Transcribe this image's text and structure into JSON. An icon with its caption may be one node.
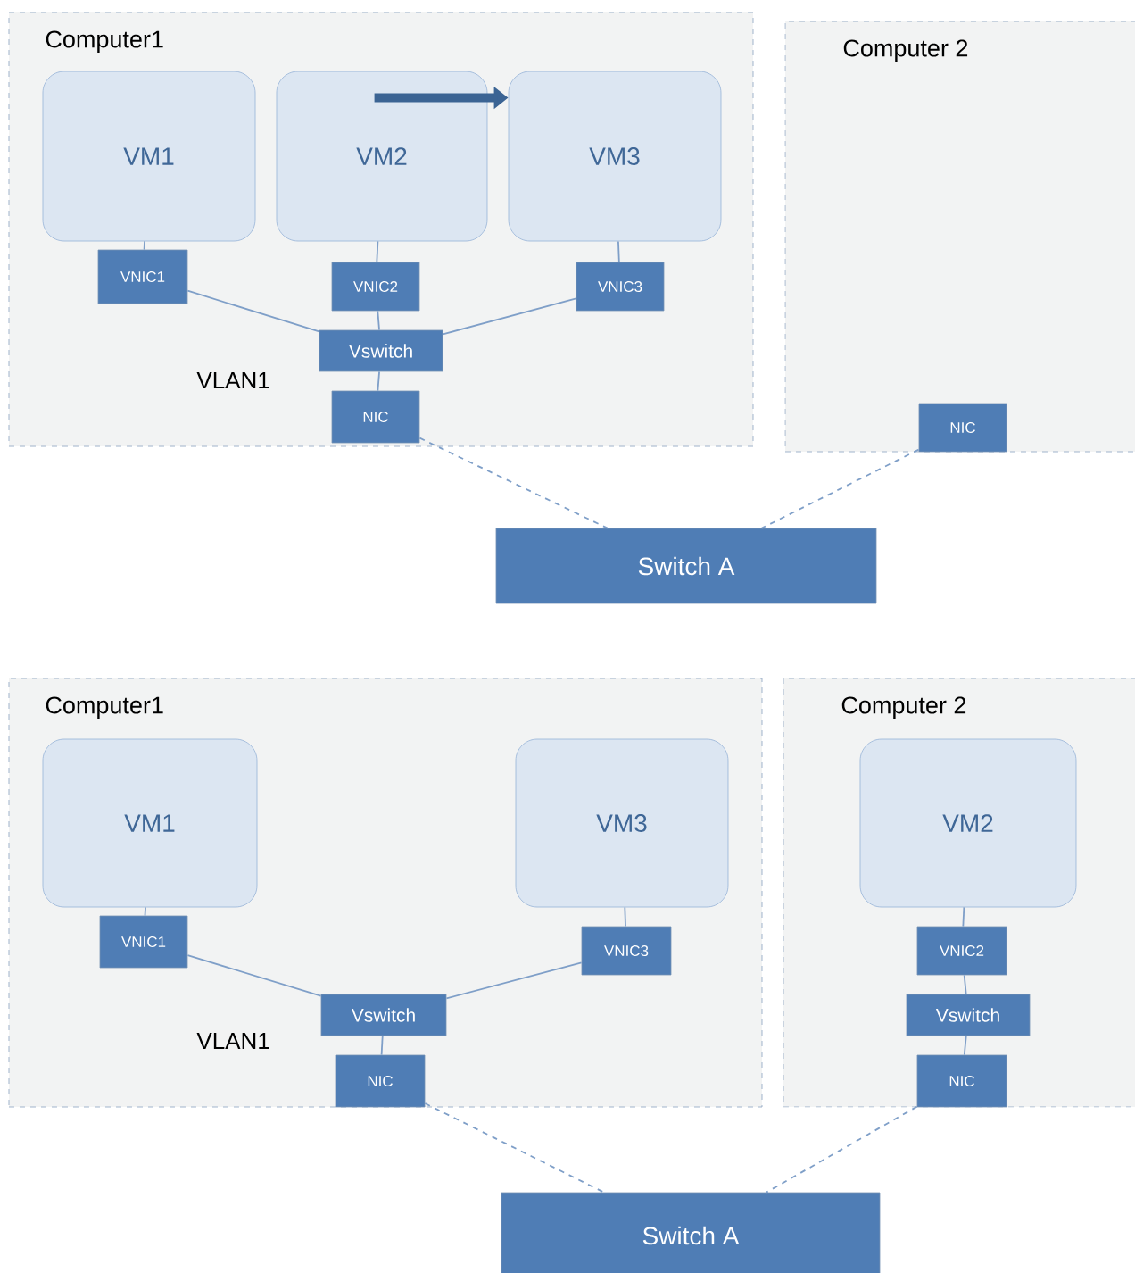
{
  "diagram": {
    "nodes": [
      {
        "text": [
          "Computer1"
        ]
      },
      {
        "text": [
          "VM1"
        ],
        "in": 0
      },
      {
        "text": [
          "VM2"
        ],
        "in": 0
      },
      {
        "text": [
          "VM3"
        ],
        "in": 0
      },
      {
        "text": [
          "VNIC1"
        ],
        "in": 0
      },
      {
        "text": [
          "VNIC2"
        ],
        "in": 0
      },
      {
        "text": [
          "VNIC3"
        ],
        "in": 0
      },
      {
        "text": [
          "Vswitch"
        ],
        "in": 0
      },
      {
        "text": [
          "NIC"
        ],
        "in": 0
      },
      {
        "text": [
          "Computer 2"
        ]
      },
      {
        "text": [
          "NIC"
        ],
        "in": 9
      },
      {
        "text": [
          "Switch A"
        ]
      },
      {
        "text": [
          "Computer1"
        ]
      },
      {
        "text": [
          "VM1"
        ],
        "in": 12
      },
      {
        "text": [
          "VM3"
        ],
        "in": 12
      },
      {
        "text": [
          "VNIC1"
        ],
        "in": 12
      },
      {
        "text": [
          "VNIC3"
        ],
        "in": 12
      },
      {
        "text": [
          "Vswitch"
        ],
        "in": 12
      },
      {
        "text": [
          "NIC"
        ],
        "in": 12
      },
      {
        "text": [
          "Computer 2"
        ]
      },
      {
        "text": [
          "VM2"
        ],
        "in": 19
      },
      {
        "text": [
          "VNIC2"
        ],
        "in": 19
      },
      {
        "text": [
          "Vswitch"
        ],
        "in": 19
      },
      {
        "text": [
          "NIC"
        ],
        "in": 19
      },
      {
        "text": [
          "Switch A"
        ]
      }
    ],
    "edges": [
      {
        "from": 1,
        "to": 4,
        "arrow": "none"
      },
      {
        "from": 2,
        "to": 5,
        "arrow": "none"
      },
      {
        "from": 3,
        "to": 6,
        "arrow": "none"
      },
      {
        "from": 4,
        "to": 7,
        "arrow": "none"
      },
      {
        "from": 5,
        "to": 7,
        "arrow": "none"
      },
      {
        "from": 6,
        "to": 7,
        "arrow": "none"
      },
      {
        "from": 7,
        "to": 8,
        "arrow": "none"
      },
      {
        "from": 8,
        "to": 11,
        "arrow": "none",
        "style": "dashed"
      },
      {
        "from": 10,
        "to": 11,
        "arrow": "none",
        "style": "dashed"
      },
      {
        "from": 2,
        "to": 3,
        "arrow": "to",
        "style": "thick",
        "color": "#3b6494"
      },
      {
        "from": 13,
        "to": 15,
        "arrow": "none"
      },
      {
        "from": 14,
        "to": 16,
        "arrow": "none"
      },
      {
        "from": 15,
        "to": 17,
        "arrow": "none"
      },
      {
        "from": 16,
        "to": 17,
        "arrow": "none"
      },
      {
        "from": 17,
        "to": 18,
        "arrow": "none"
      },
      {
        "from": 18,
        "to": 24,
        "arrow": "none",
        "style": "dashed"
      },
      {
        "from": 20,
        "to": 21,
        "arrow": "none"
      },
      {
        "from": 21,
        "to": 22,
        "arrow": "none"
      },
      {
        "from": 22,
        "to": 23,
        "arrow": "none"
      },
      {
        "from": 23,
        "to": 24,
        "arrow": "none",
        "style": "dashed"
      }
    ],
    "labels": [
      "VLAN1",
      "VLAN1"
    ]
  }
}
